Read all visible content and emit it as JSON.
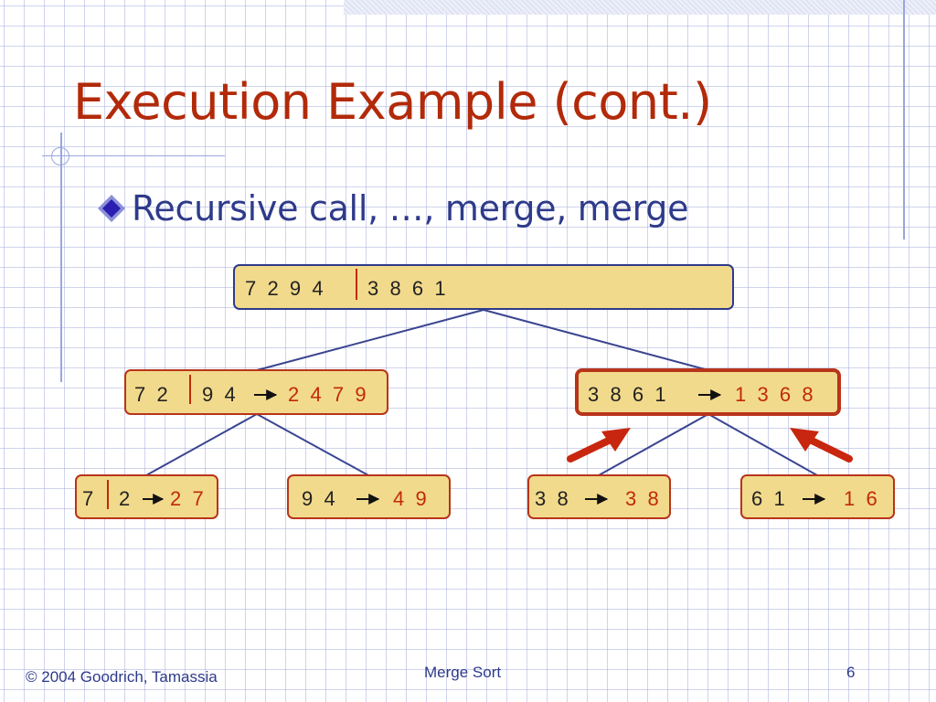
{
  "slide": {
    "title": "Execution Example (cont.)",
    "bullet": "Recursive call, …, merge, merge"
  },
  "footer": {
    "copyright": "© 2004 Goodrich, Tamassia",
    "topic": "Merge Sort",
    "page": "6"
  },
  "tree": {
    "root": {
      "left": "7  2  9  4",
      "right": "3  8  6  1",
      "result": "",
      "split": true,
      "highlight": false
    },
    "left_child": {
      "left": "7  2",
      "right": "9  4",
      "result": "2  4  7  9",
      "split": true,
      "highlight": false
    },
    "right_child": {
      "left": "3  8  6  1",
      "right": "",
      "result": "1  3  6  8",
      "split": false,
      "highlight": true
    },
    "leaf_1": {
      "left": "7",
      "right": "2",
      "result": "2  7",
      "split": true,
      "highlight": false
    },
    "leaf_2": {
      "left": "9  4",
      "right": "",
      "result": "4  9",
      "split": false,
      "highlight": false
    },
    "leaf_3": {
      "left": "3  8",
      "right": "",
      "result": "3  8",
      "split": false,
      "highlight": false
    },
    "leaf_4": {
      "left": "6  1",
      "right": "",
      "result": "1  6",
      "split": false,
      "highlight": false
    }
  },
  "colors": {
    "title": "#b22a0a",
    "bullet_text": "#2e3a8a",
    "node_fill": "#f2da8c",
    "node_border": "#b8341a",
    "root_border": "#2e3a8a",
    "edge": "#3a4590",
    "result_text": "#c02a08",
    "arrow_highlight": "#c8260e"
  }
}
